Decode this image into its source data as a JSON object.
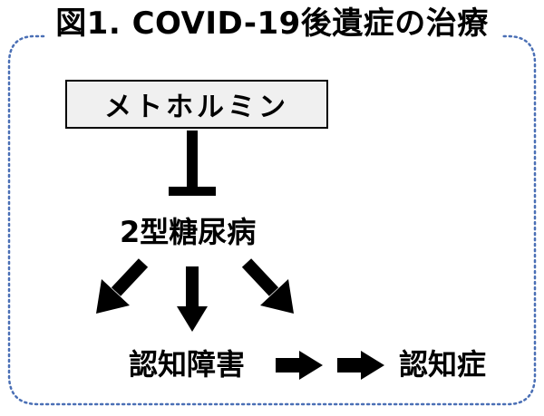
{
  "title": "図1. COVID-19後遺症の治療",
  "nodes": {
    "drug": "メトホルミン",
    "diabetes": "2型糖尿病",
    "cognitive_impairment": "認知障害",
    "dementia": "認知症"
  },
  "colors": {
    "border_dotted": "#4a6fb5",
    "box_fill": "#f0f0f0",
    "arrow": "#000000"
  }
}
